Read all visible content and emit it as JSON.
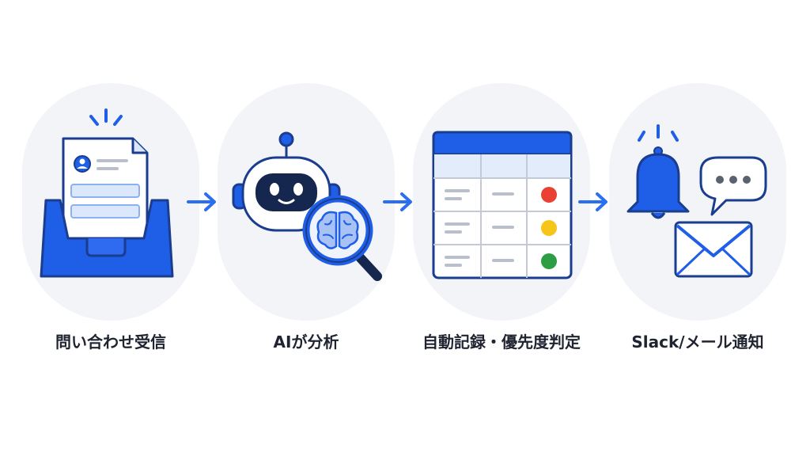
{
  "colors": {
    "primary": "#1f5ee6",
    "primary_dark": "#1a3d8f",
    "light_blue": "#dbe7fb",
    "panel_bg": "#f3f4f8",
    "red_dot": "#e94235",
    "yellow_dot": "#f5c518",
    "green_dot": "#2e9e44",
    "text": "#1f2430"
  },
  "steps": [
    {
      "label": "問い合わせ受信",
      "icon": "inbox-document-icon"
    },
    {
      "label": "AIが分析",
      "icon": "robot-brain-magnifier-icon"
    },
    {
      "label": "自動記録・優先度判定",
      "icon": "spreadsheet-priority-icon"
    },
    {
      "label": "Slack/メール通知",
      "icon": "bell-chat-mail-icon"
    }
  ]
}
